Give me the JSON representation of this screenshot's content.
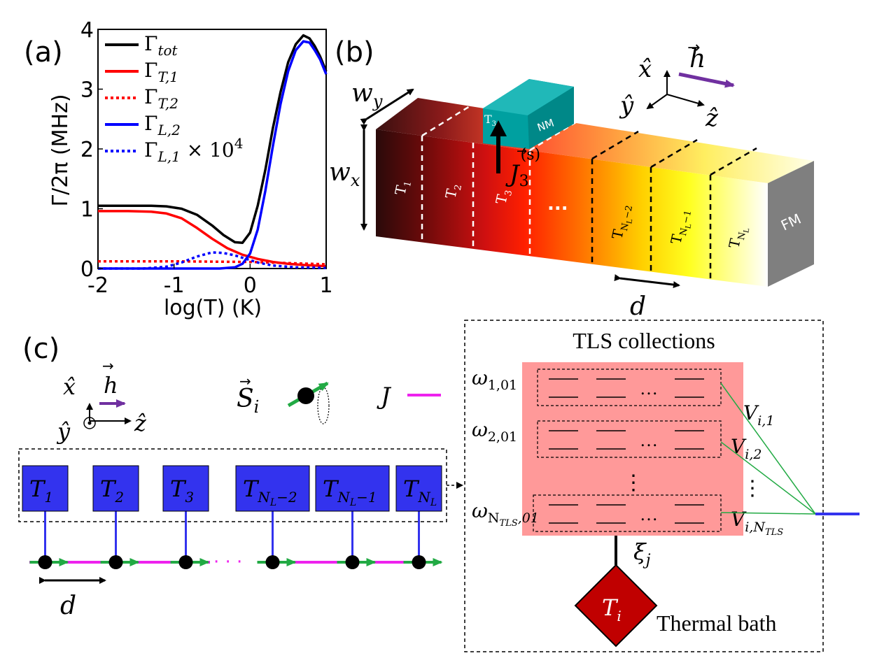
{
  "panel_labels": {
    "a": "(a)",
    "b": "(b)",
    "c": "(c)"
  },
  "colors": {
    "total": "#000000",
    "transverse": "#ff0000",
    "longitudinal": "#0000ff",
    "block_blue": "#3333ee",
    "spin_green": "#22aa44",
    "exchange_magenta": "#ee22ee",
    "field_purple": "#7030a0",
    "tls_pink": "#ff9999",
    "bath_red": "#c00000",
    "nm_teal": "#00a0a0",
    "fm_gray": "#7f7f7f"
  },
  "chart_data": {
    "type": "line",
    "xlabel": "log(T) (K)",
    "ylabel": "Γ/2π (MHz)",
    "xlim": [
      -2,
      1
    ],
    "ylim": [
      0,
      4
    ],
    "xticks": [
      "-2",
      "-1",
      "0",
      "1"
    ],
    "yticks": [
      "0",
      "1",
      "2",
      "3",
      "4"
    ],
    "grid": false,
    "legend_position": "top-left",
    "series": [
      {
        "name": "Γ_tot",
        "color": "#000000",
        "dash": "solid",
        "x": [
          -2,
          -1.6,
          -1.3,
          -1.1,
          -0.9,
          -0.7,
          -0.5,
          -0.35,
          -0.2,
          -0.1,
          0,
          0.1,
          0.2,
          0.3,
          0.4,
          0.5,
          0.6,
          0.7,
          0.78,
          0.85,
          0.92,
          1.0
        ],
        "y": [
          1.05,
          1.05,
          1.05,
          1.04,
          1.0,
          0.9,
          0.72,
          0.56,
          0.44,
          0.43,
          0.6,
          1.05,
          1.65,
          2.35,
          2.95,
          3.45,
          3.75,
          3.9,
          3.85,
          3.72,
          3.55,
          3.3
        ]
      },
      {
        "name": "Γ_T,1",
        "color": "#ff0000",
        "dash": "solid",
        "x": [
          -2,
          -1.6,
          -1.3,
          -1.1,
          -0.9,
          -0.7,
          -0.5,
          -0.3,
          -0.1,
          0.1,
          0.3,
          0.5,
          0.7,
          1.0
        ],
        "y": [
          0.96,
          0.96,
          0.95,
          0.92,
          0.84,
          0.68,
          0.5,
          0.34,
          0.23,
          0.16,
          0.11,
          0.08,
          0.06,
          0.04
        ]
      },
      {
        "name": "Γ_T,2",
        "color": "#ff0000",
        "dash": "dotted",
        "x": [
          -2,
          -1,
          0,
          0.5,
          1.0
        ],
        "y": [
          0.12,
          0.12,
          0.11,
          0.09,
          0.07
        ]
      },
      {
        "name": "Γ_L,2",
        "color": "#0000ff",
        "dash": "solid",
        "x": [
          -2,
          -0.4,
          -0.2,
          -0.1,
          0,
          0.1,
          0.2,
          0.3,
          0.4,
          0.5,
          0.6,
          0.7,
          0.78,
          0.85,
          0.92,
          1.0
        ],
        "y": [
          0,
          0,
          0.02,
          0.08,
          0.25,
          0.65,
          1.3,
          2.05,
          2.75,
          3.3,
          3.65,
          3.8,
          3.78,
          3.65,
          3.5,
          3.25
        ]
      },
      {
        "name": "Γ_L,1 × 10^4",
        "color": "#0000ff",
        "dash": "dotted",
        "x": [
          -2,
          -1.4,
          -1.1,
          -0.9,
          -0.7,
          -0.5,
          -0.35,
          -0.2,
          -0.05,
          0.1,
          0.3,
          0.6,
          1.0
        ],
        "y": [
          0,
          0,
          0.03,
          0.1,
          0.2,
          0.27,
          0.26,
          0.22,
          0.16,
          0.1,
          0.05,
          0.02,
          0.01
        ]
      }
    ]
  },
  "legend": {
    "entries": [
      {
        "base": "Γ",
        "sub": "tot",
        "extra": "",
        "sup": ""
      },
      {
        "base": "Γ",
        "sub": "T,1",
        "extra": "",
        "sup": ""
      },
      {
        "base": "Γ",
        "sub": "T,2",
        "extra": "",
        "sup": ""
      },
      {
        "base": "Γ",
        "sub": "L,2",
        "extra": "",
        "sup": ""
      },
      {
        "base": "Γ",
        "sub": "L,1",
        "extra": " × 10",
        "sup": "4"
      }
    ]
  },
  "panel_b": {
    "wy": "w",
    "wy_sub": "y",
    "wx": "w",
    "wx_sub": "x",
    "d": "d",
    "nm": "NM",
    "fm": "FM",
    "nm_t3": "T",
    "nm_t3_sub": "3",
    "current": "J",
    "current_sub": "3",
    "current_sup": "(s)",
    "axis_x": "x̂",
    "axis_y": "ŷ",
    "axis_z": "ẑ",
    "field": "h",
    "dots": "...",
    "sections": [
      {
        "t": "T",
        "sub": "1"
      },
      {
        "t": "T",
        "sub": "2"
      },
      {
        "t": "T",
        "sub": "3"
      },
      {
        "t": "T",
        "sub": "N",
        "subsub": "L",
        "tail": "−2"
      },
      {
        "t": "T",
        "sub": "N",
        "subsub": "L",
        "tail": "−1"
      },
      {
        "t": "T",
        "sub": "N",
        "subsub": "L",
        "tail": ""
      }
    ]
  },
  "panel_c": {
    "axis_x": "x̂",
    "axis_y": "ŷ",
    "axis_z": "ẑ",
    "field": "h",
    "spin": "S",
    "spin_sub": "i",
    "exchange": "J",
    "d": "d",
    "blocks": [
      {
        "t": "T",
        "sub": "1",
        "subsub": "",
        "tail": ""
      },
      {
        "t": "T",
        "sub": "2",
        "subsub": "",
        "tail": ""
      },
      {
        "t": "T",
        "sub": "3",
        "subsub": "",
        "tail": ""
      },
      {
        "t": "T",
        "sub": "N",
        "subsub": "L",
        "tail": "−2"
      },
      {
        "t": "T",
        "sub": "N",
        "subsub": "L",
        "tail": "−1"
      },
      {
        "t": "T",
        "sub": "N",
        "subsub": "L",
        "tail": ""
      }
    ],
    "chain_dots": "· · ·",
    "tls_title": "TLS collections",
    "rows": [
      {
        "omega": "ω",
        "sub": "1,01",
        "v": "V",
        "vsub": "i,1"
      },
      {
        "omega": "ω",
        "sub": "2,01",
        "v": "V",
        "vsub": "i,2"
      },
      {
        "omega": "ω",
        "sub": "N",
        "subsub": "TLS",
        "sub_tail": ",01",
        "v": "V",
        "vsub": "i,N",
        "vsubsub": "TLS"
      }
    ],
    "row_dots": "…",
    "vdots": "⋮",
    "xi": "ξ",
    "xi_sub": "j",
    "bath_t": "T",
    "bath_sub": "i",
    "bath_label": "Thermal bath"
  }
}
